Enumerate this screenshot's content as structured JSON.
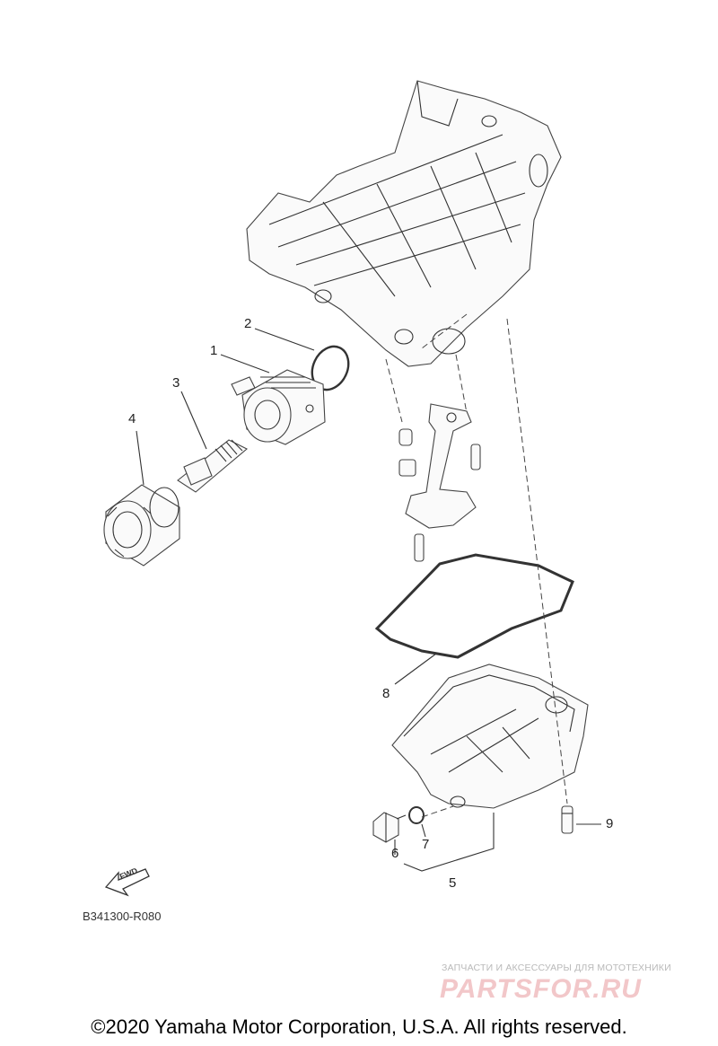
{
  "callouts": {
    "c1": "1",
    "c2": "2",
    "c3": "3",
    "c4": "4",
    "c5": "5",
    "c6": "6",
    "c7": "7",
    "c8": "8",
    "c9": "9"
  },
  "fwd_label": "FWD",
  "reference_code": "B341300-R080",
  "watermark": {
    "tagline": "ЗАПЧАСТИ И АКСЕССУАРЫ ДЛЯ МОТОТЕХНИКИ",
    "logo": "PARTSFOR.RU"
  },
  "copyright": "©2020 Yamaha Motor Corporation, U.S.A. All rights reserved."
}
